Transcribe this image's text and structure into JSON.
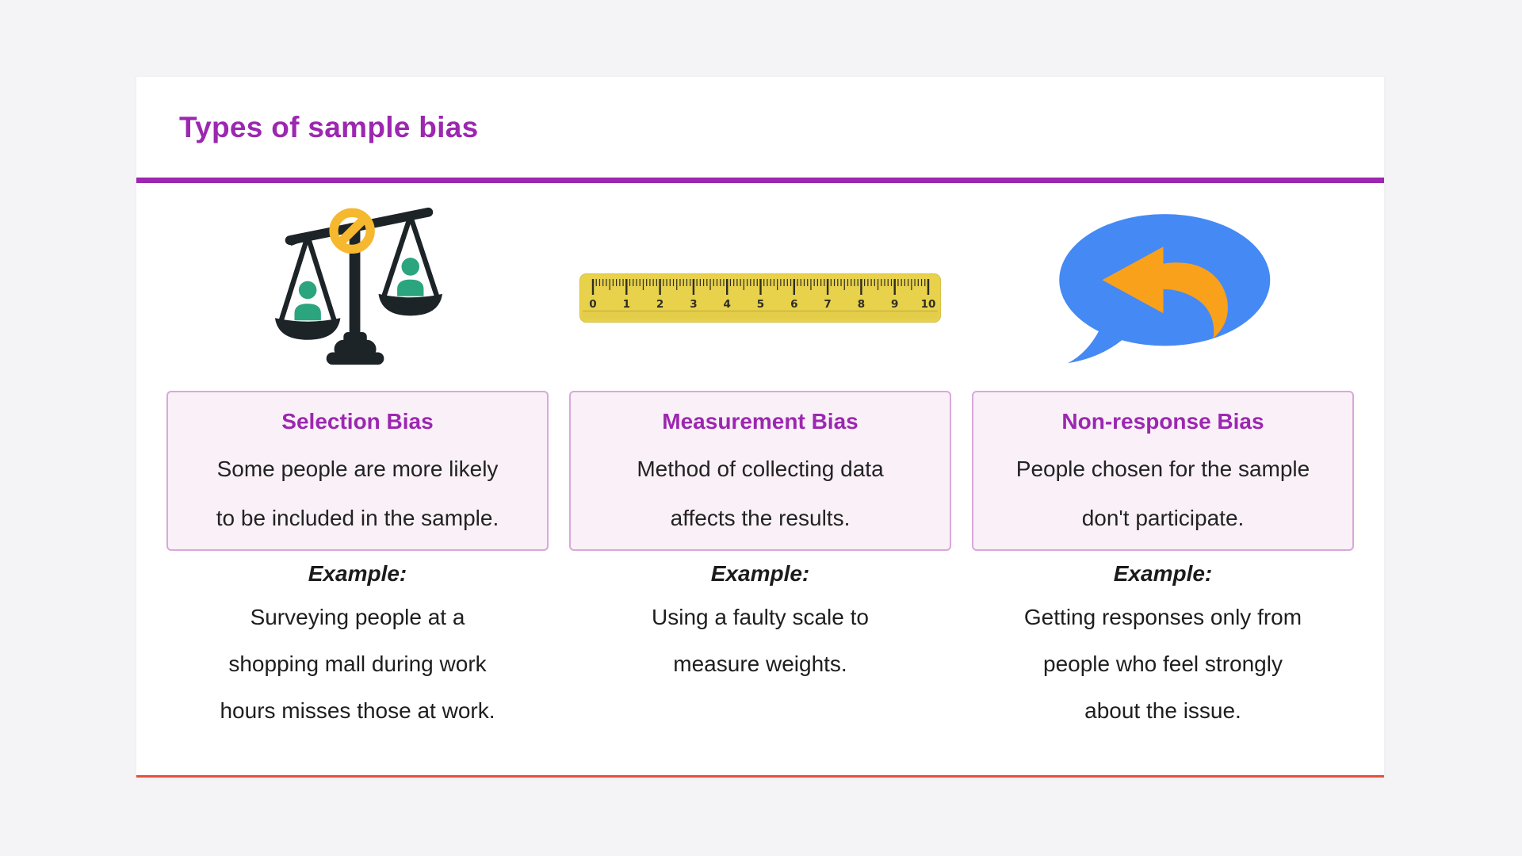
{
  "page": {
    "title": "Types of sample bias"
  },
  "theme": {
    "accent_purple": "#9C27B0",
    "box_background": "#F9F0F8",
    "box_border": "#D9A8DB",
    "card_bottom_line": "#E25141",
    "page_background": "#F4F4F6",
    "scale_black": "#1D2428",
    "person_green": "#2BA57E",
    "ban_yellow": "#F5B82E",
    "ruler_yellow": "#E8D14B",
    "bubble_blue": "#4589F4",
    "arrow_orange": "#F9A11B"
  },
  "columns": [
    {
      "icon": "unbalanced-scale-icon",
      "title": "Selection Bias",
      "description_lines": [
        "Some people are more likely",
        "to be included in the sample."
      ],
      "example_label": "Example:",
      "example_lines": [
        "Surveying people at a",
        "shopping mall during work",
        "hours misses those at work."
      ]
    },
    {
      "icon": "ruler-icon",
      "title": "Measurement Bias",
      "description_lines": [
        "Method of collecting data",
        "affects the results."
      ],
      "example_label": "Example:",
      "example_lines": [
        "Using a faulty scale to",
        "measure weights."
      ]
    },
    {
      "icon": "speech-bubble-reply-icon",
      "title": "Non-response Bias",
      "description_lines": [
        "People chosen for the sample",
        "don't participate."
      ],
      "example_label": "Example:",
      "example_lines": [
        "Getting responses only from",
        "people who feel strongly",
        "about the issue."
      ]
    }
  ],
  "ruler": {
    "numbers": [
      "0",
      "1",
      "2",
      "3",
      "4",
      "5",
      "6",
      "7",
      "8",
      "9",
      "10"
    ]
  }
}
